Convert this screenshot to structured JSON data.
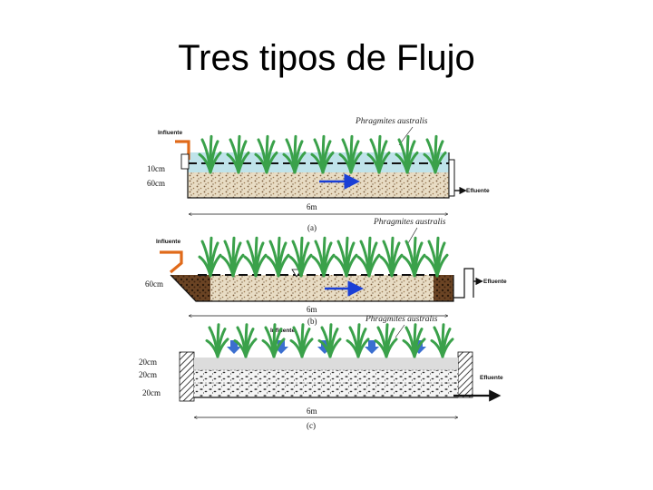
{
  "slide": {
    "title": "Tres tipos de Flujo"
  },
  "colors": {
    "water": "#bfe3ea",
    "gravel": "#e8dcc4",
    "gravel_dark": "#5a3a1e",
    "plant": "#3aa14a",
    "inlet": "#e06a1a",
    "flow_arrow": "#1a3fd6",
    "down_arrow": "#3b6fd0"
  },
  "diagrams": [
    {
      "id": "a",
      "caption": "(a)",
      "species": "Phragmites australis",
      "influent": "Influente",
      "effluent": "Efluente",
      "dims": [
        "10cm",
        "60cm"
      ],
      "length": "6m"
    },
    {
      "id": "b",
      "caption": "(b)",
      "species": "Phragmites australis",
      "influent": "Influente",
      "effluent": "Efluente",
      "dims": [
        "60cm"
      ],
      "length": "6m"
    },
    {
      "id": "c",
      "caption": "(c)",
      "species": "Phragmites australis",
      "influent": "Influente",
      "effluent": "Efluente",
      "dims": [
        "20cm",
        "20cm",
        "20cm"
      ],
      "length": "6m"
    }
  ]
}
